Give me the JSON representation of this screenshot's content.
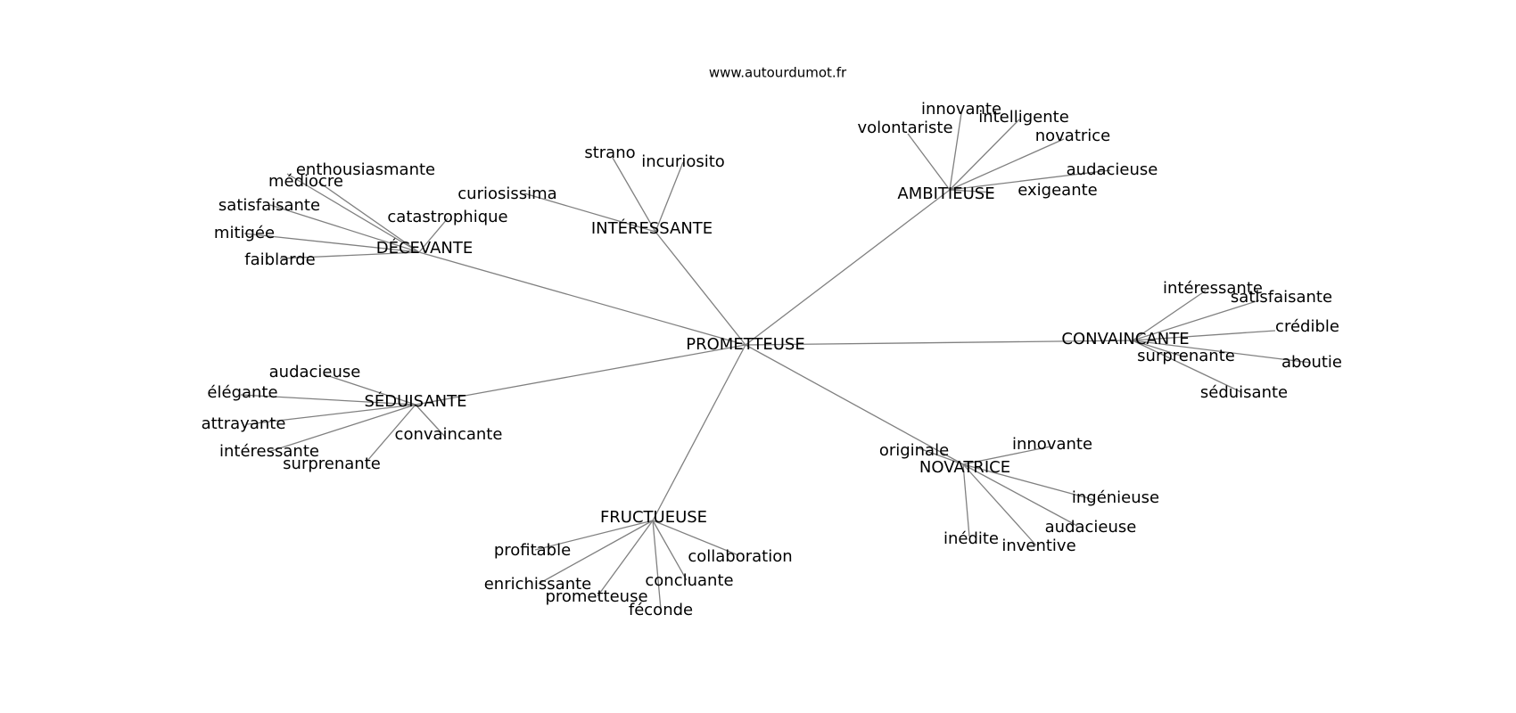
{
  "source": "www.autourdumot.fr",
  "center": "PROMETTEUSE",
  "groups": [
    {
      "label": "DÉCEVANTE",
      "leaves": [
        "enthousiasmante",
        "médiocre",
        "satisfaisante",
        "mitigée",
        "faiblarde",
        "catastrophique"
      ]
    },
    {
      "label": "INTÉRESSANTE",
      "leaves": [
        "strano",
        "incuriosito",
        "curiosissima"
      ]
    },
    {
      "label": "AMBITIEUSE",
      "leaves": [
        "innovante",
        "intelligente",
        "volontariste",
        "novatrice",
        "audacieuse",
        "exigeante"
      ]
    },
    {
      "label": "CONVAINCANTE",
      "leaves": [
        "intéressante",
        "satisfaisante",
        "crédible",
        "surprenante",
        "aboutie",
        "séduisante"
      ]
    },
    {
      "label": "SÉDUISANTE",
      "leaves": [
        "audacieuse",
        "élégante",
        "attrayante",
        "intéressante",
        "surprenante",
        "convaincante"
      ]
    },
    {
      "label": "FRUCTUEUSE",
      "leaves": [
        "profitable",
        "enrichissante",
        "prometteuse",
        "féconde",
        "concluante",
        "collaboration"
      ]
    },
    {
      "label": "NOVATRICE",
      "leaves": [
        "originale",
        "innovante",
        "ingénieuse",
        "audacieuse",
        "inventive",
        "inédite"
      ]
    }
  ]
}
